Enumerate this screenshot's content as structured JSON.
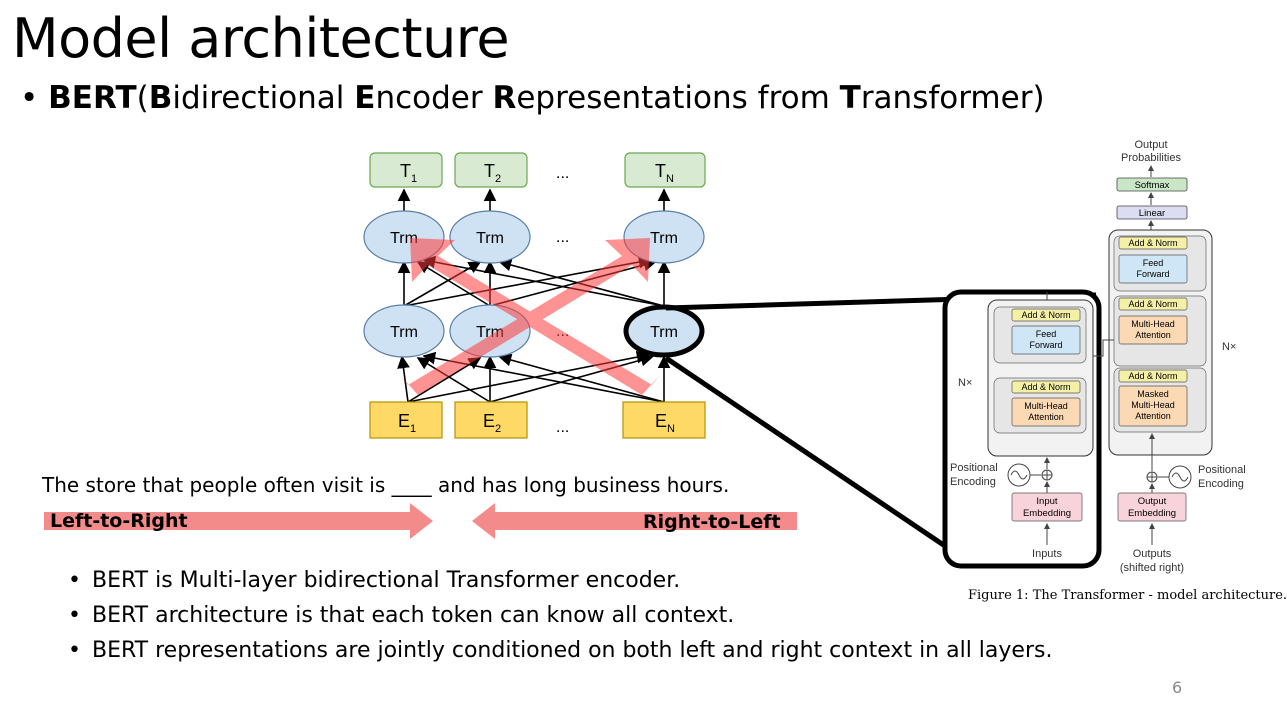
{
  "slide": {
    "title": "Model architecture",
    "subtitle": {
      "bullet": "•",
      "parts": [
        "BERT",
        "(",
        "B",
        "idirectional ",
        "E",
        "ncoder ",
        "R",
        "epresentations from ",
        "T",
        "ransformer)"
      ]
    },
    "page_number": "6"
  },
  "bert_diagram": {
    "output_tokens": [
      {
        "base": "T",
        "sub": "1"
      },
      {
        "base": "T",
        "sub": "2"
      },
      {
        "base": "T",
        "sub": "N"
      }
    ],
    "input_tokens": [
      {
        "base": "E",
        "sub": "1"
      },
      {
        "base": "E",
        "sub": "2"
      },
      {
        "base": "E",
        "sub": "N"
      }
    ],
    "trm_label": "Trm",
    "ellipsis": "...",
    "colors": {
      "token_out": "#d9ead3",
      "token_in": "#ffd966",
      "trm": "#cfe2f3",
      "arrow": "#f4a6a6",
      "cross": "#ff5a5a"
    }
  },
  "example": {
    "sentence": "The store that people often visit is ____ and has long business hours.",
    "left_arrow_label": "Left-to-Right",
    "right_arrow_label": "Right-to-Left"
  },
  "bullets": [
    "BERT is Multi-layer bidirectional Transformer encoder.",
    "BERT architecture is that each token can know all context.",
    "BERT representations are jointly conditioned on both left and right context in all layers."
  ],
  "transformer_figure": {
    "output_probabilities": [
      "Output",
      "Probabilities"
    ],
    "softmax": "Softmax",
    "linear": "Linear",
    "add_norm": "Add & Norm",
    "feed_forward": [
      "Feed",
      "Forward"
    ],
    "multi_head_attention": [
      "Multi-Head",
      "Attention"
    ],
    "masked_multi_head_attention": [
      "Masked",
      "Multi-Head",
      "Attention"
    ],
    "nx": "N×",
    "positional_encoding": [
      "Positional",
      "Encoding"
    ],
    "input_embedding": [
      "Input",
      "Embedding"
    ],
    "output_embedding": [
      "Output",
      "Embedding"
    ],
    "inputs": "Inputs",
    "outputs": [
      "Outputs",
      "(shifted right)"
    ],
    "caption": "Figure 1: The Transformer - model architecture."
  }
}
